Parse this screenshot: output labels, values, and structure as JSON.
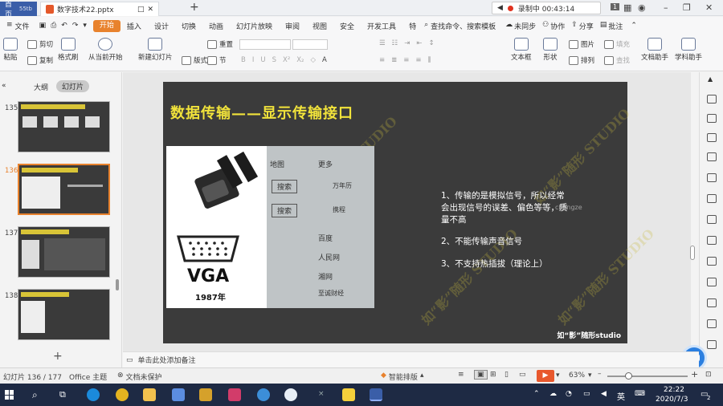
{
  "titlebar": {
    "home_tab": "首页",
    "home_sub": "55tb",
    "doc_tab": "数字技术22.pptx",
    "recording_label": "录制中 00:43:14",
    "page_badge": "1"
  },
  "menubar": {
    "file": "文件",
    "items": [
      "开始",
      "插入",
      "设计",
      "切换",
      "动画",
      "幻灯片放映",
      "审阅",
      "视图",
      "安全",
      "开发工具",
      "特"
    ],
    "search": "查找命令、搜索模板",
    "sync": "未同步",
    "collab": "协作",
    "share": "分享",
    "comment": "批注"
  },
  "ribbon": {
    "paste": "粘贴",
    "cut": "剪切",
    "copy": "复制",
    "format_painter": "格式刷",
    "from_current": "从当前开始",
    "new_slide": "新建幻灯片",
    "layout": "版式",
    "section": "节",
    "reset": "重置",
    "textbox": "文本框",
    "shape": "形状",
    "arrange": "排列",
    "picture": "图片",
    "fill": "填充",
    "find": "查找",
    "doc_helper": "文档助手",
    "subject_helper": "学科助手"
  },
  "leftpanel": {
    "tab_outline": "大纲",
    "tab_slides": "幻灯片",
    "slides": [
      {
        "num": "135",
        "selected": false
      },
      {
        "num": "136",
        "selected": true
      },
      {
        "num": "137",
        "selected": false
      },
      {
        "num": "138",
        "selected": false
      }
    ],
    "add_label": "+"
  },
  "slide": {
    "title": "数据传输——显示传输接口",
    "photo_caption": "VGA",
    "photo_year": "1987年",
    "photo_text_right": [
      "地图",
      "更多",
      "搜索",
      "万年历",
      "搜索",
      "携程",
      "百度",
      "人民网",
      "湘网",
      "至诚财经"
    ],
    "bullets": [
      "1、传输的是模拟信号，所以经常会出现信号的误差、偏色等等，质量不高",
      "2、不能传输声音信号",
      "3、不支持热插拔（理论上）"
    ],
    "overlay_name": "chengze",
    "watermark": "如“影”随形 STUDIO",
    "brand": "如“影”随形studio"
  },
  "notes": {
    "placeholder": "单击此处添加备注"
  },
  "statusbar": {
    "slide_count": "幻灯片 136 / 177",
    "theme": "Office 主题",
    "protect": "文档未保护",
    "smart_layout": "智能排版",
    "zoom": "63%"
  },
  "taskbar": {
    "lang": "英",
    "time": "22:22",
    "date": "2020/7/3",
    "notif": "2"
  }
}
